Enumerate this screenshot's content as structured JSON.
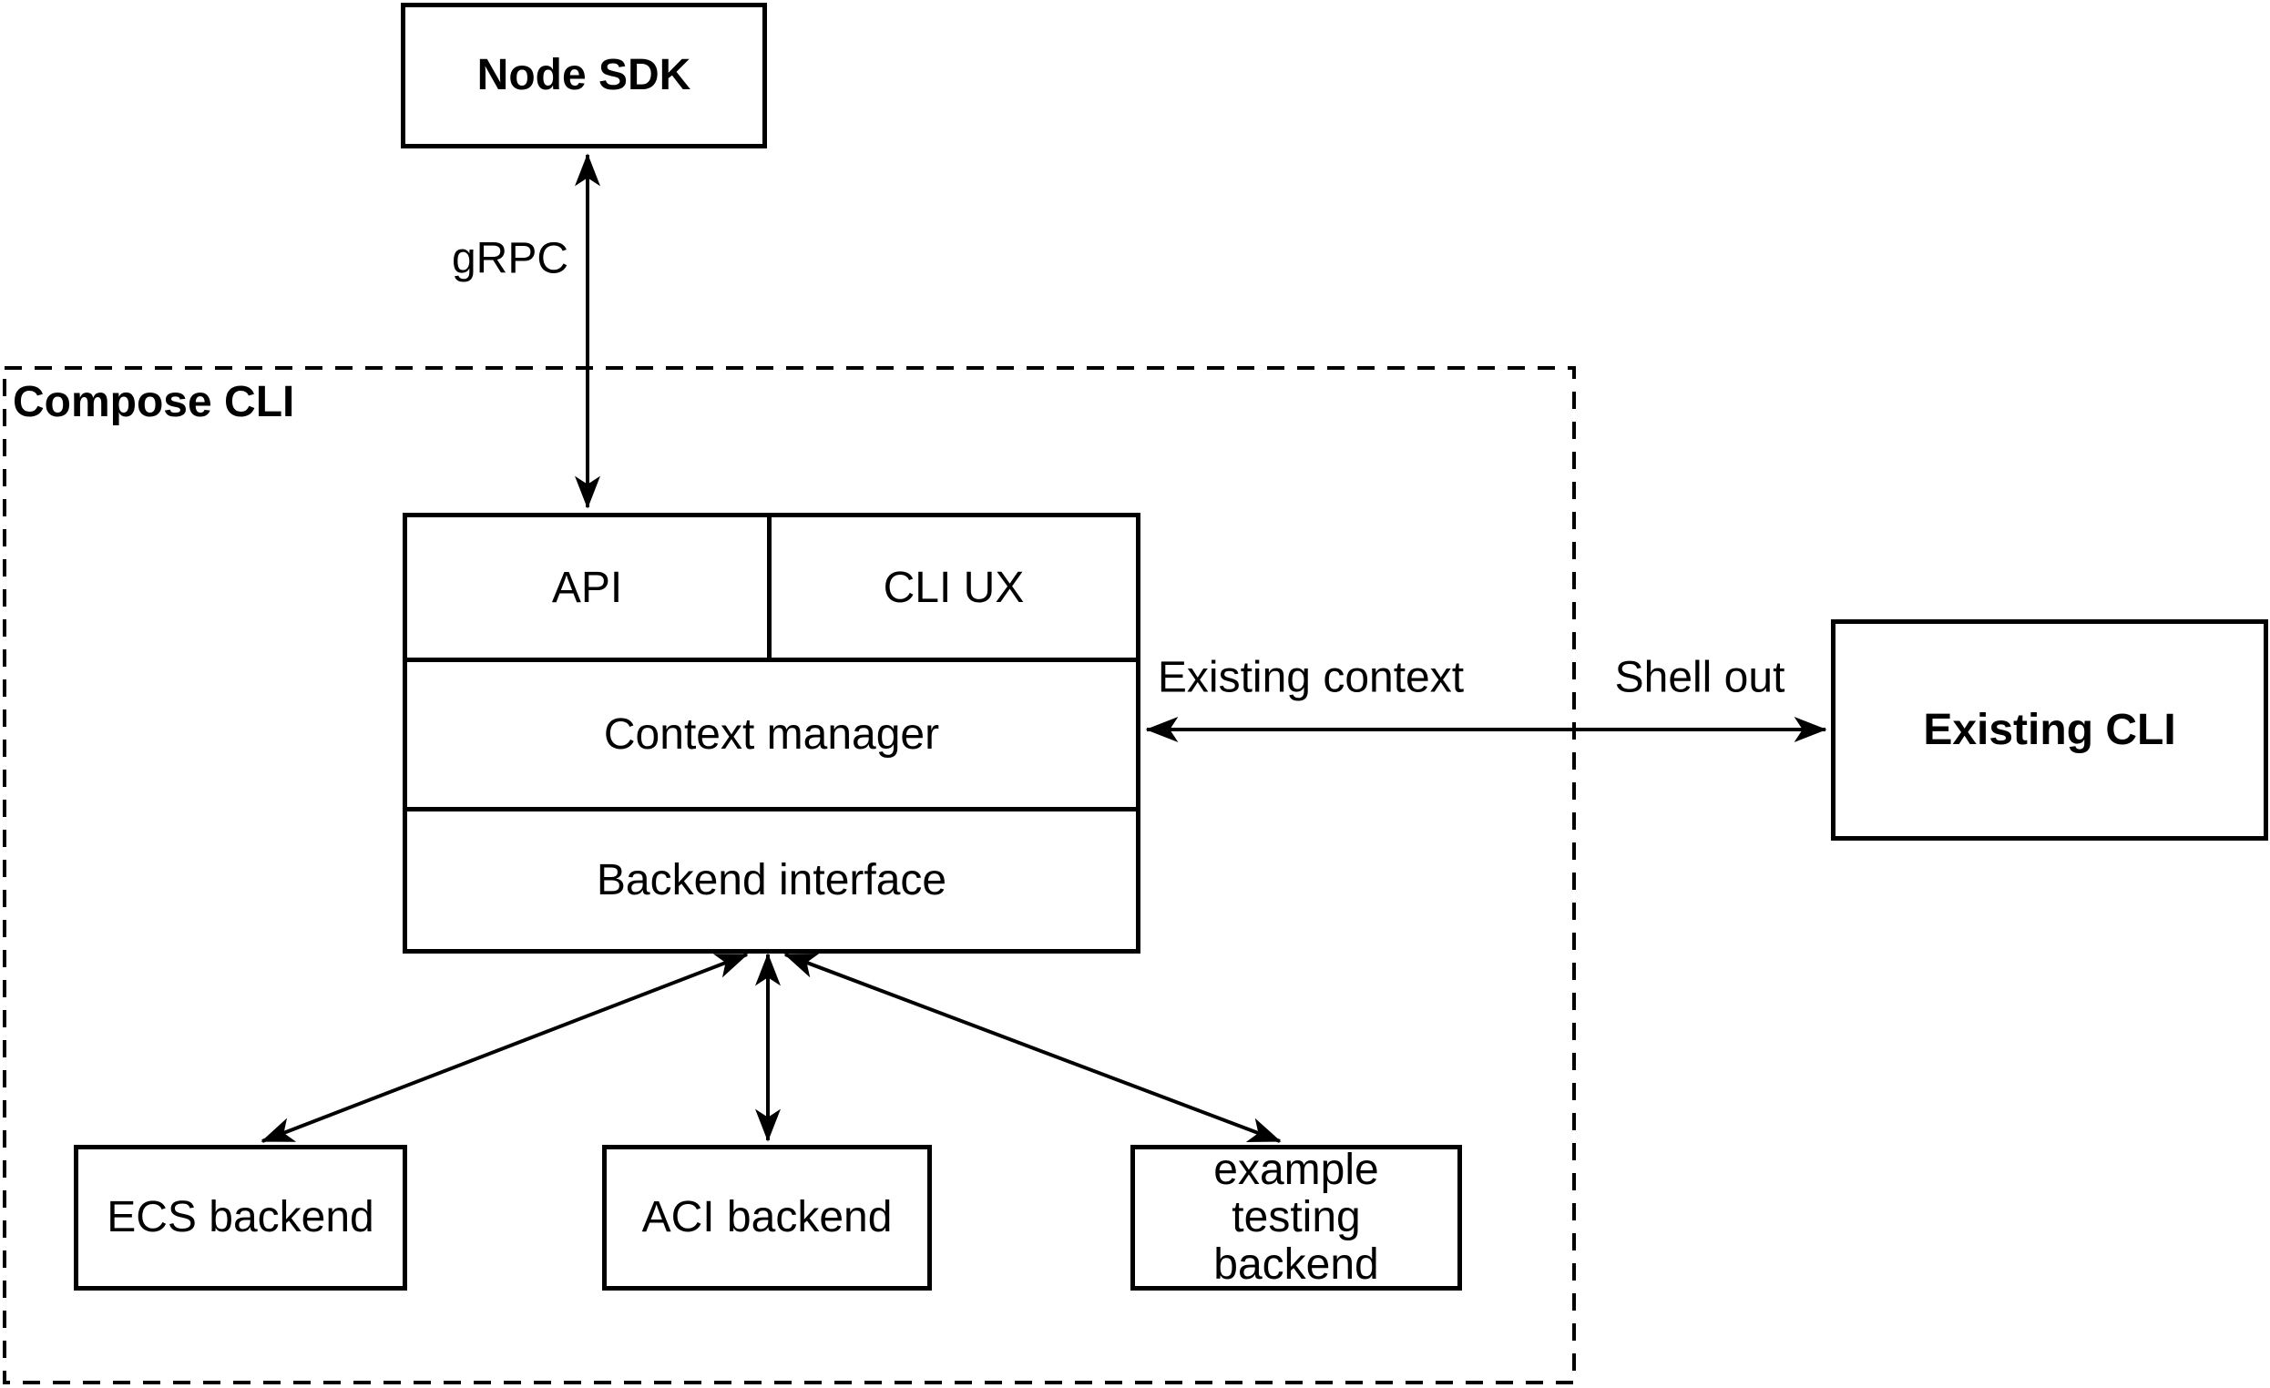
{
  "diagram": {
    "title_note": "Compose CLI architecture diagram",
    "containers": {
      "compose_cli": {
        "label": "Compose CLI"
      }
    },
    "nodes": {
      "node_sdk": {
        "label": "Node SDK"
      },
      "api": {
        "label": "API"
      },
      "cli_ux": {
        "label": "CLI UX"
      },
      "context_manager": {
        "label": "Context manager"
      },
      "backend_interface": {
        "label": "Backend interface"
      },
      "existing_cli": {
        "label": "Existing CLI"
      },
      "ecs_backend": {
        "label": "ECS backend"
      },
      "aci_backend": {
        "label": "ACI backend"
      },
      "example_backend": {
        "label": "example testing backend"
      }
    },
    "edges": {
      "grpc": {
        "label": "gRPC"
      },
      "existing_context": {
        "label": "Existing context"
      },
      "shell_out": {
        "label": "Shell out"
      }
    },
    "colors": {
      "line": "#000000",
      "background": "#ffffff",
      "text": "#000000"
    }
  }
}
